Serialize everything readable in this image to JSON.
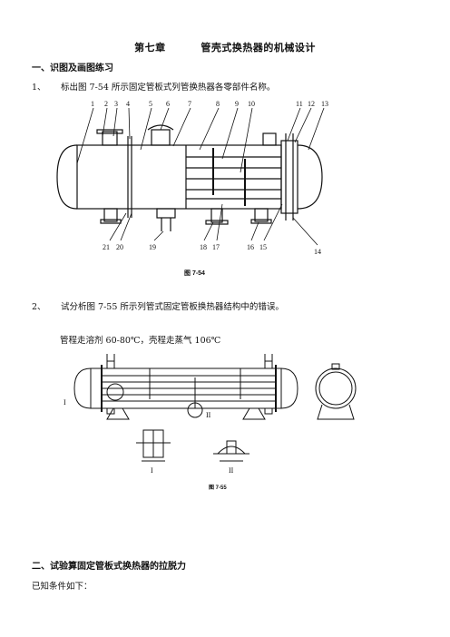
{
  "page": {
    "chapter": "第七章",
    "chapter_title": "管壳式换热器的机械设计",
    "section1_heading": "一、识图及画图练习",
    "q1_number": "1、",
    "q1_text": "标出图 7-54 所示固定管板式列管换热器各零部件名称。",
    "fig54_caption": "图 7-54",
    "fig54_labels_top": [
      "1",
      "2",
      "3",
      "4",
      "5",
      "6",
      "7",
      "8",
      "9",
      "10",
      "11",
      "12",
      "13"
    ],
    "fig54_labels_bottom": [
      "21",
      "20",
      "19",
      "18",
      "17",
      "16",
      "15",
      "14"
    ],
    "q2_number": "2、",
    "q2_text": "试分析图 7-55 所示列管式固定管板换热器结构中的错误。",
    "q2_condition": "管程走溶剂 60-80℃，壳程走蒸气  106℃",
    "fig55_caption": "图 7-55",
    "fig55_detail_1": "I",
    "fig55_detail_2": "II",
    "section2_heading": "二、试验算固定管板式换热器的拉脱力",
    "known_conditions": "已知条件如下："
  }
}
